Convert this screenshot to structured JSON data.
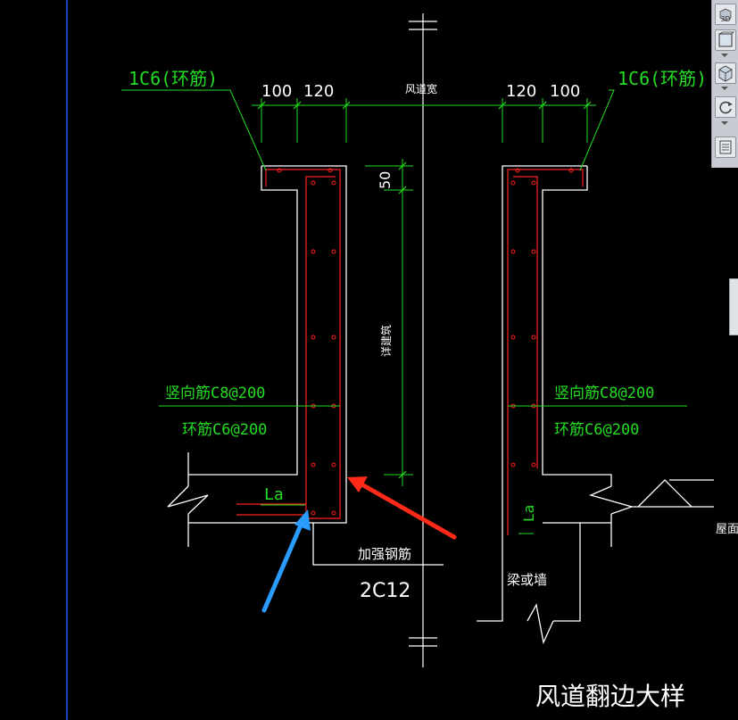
{
  "drawing": {
    "title": "风道翻边大样",
    "labels": {
      "ring_left": "1C6(环筋)",
      "ring_right": "1C6(环筋)",
      "dim_100_left": "100",
      "dim_120_left": "120",
      "duct_width": "风道宽",
      "dim_120_right": "120",
      "dim_100_right": "100",
      "dim_50": "50",
      "by_building": "详建筑",
      "vert_bar_left": "竖向筋C8@200",
      "hoop_left": "环筋C6@200",
      "vert_bar_right": "竖向筋C8@200",
      "hoop_right": "环筋C6@200",
      "la_left": "La",
      "la_right": "La",
      "reinforce": "加强钢筋",
      "reinforce_spec": "2C12",
      "beam_wall": "梁或墙",
      "roof": "屋面结"
    }
  },
  "toolbar": {
    "btn_3d": "3D"
  },
  "colors": {
    "background": "#000000",
    "outline": "#ffffff",
    "rebar": "#ff2020",
    "dimension": "#22dd22",
    "annotation_text": "#22dd22",
    "axis_line": "#1a5cff",
    "arrow_red": "#ff2a1a",
    "arrow_blue": "#2a9cff"
  },
  "icons": [
    "3d-view-icon",
    "front-view-icon",
    "iso-view-icon",
    "rotate-icon",
    "layers-icon"
  ]
}
